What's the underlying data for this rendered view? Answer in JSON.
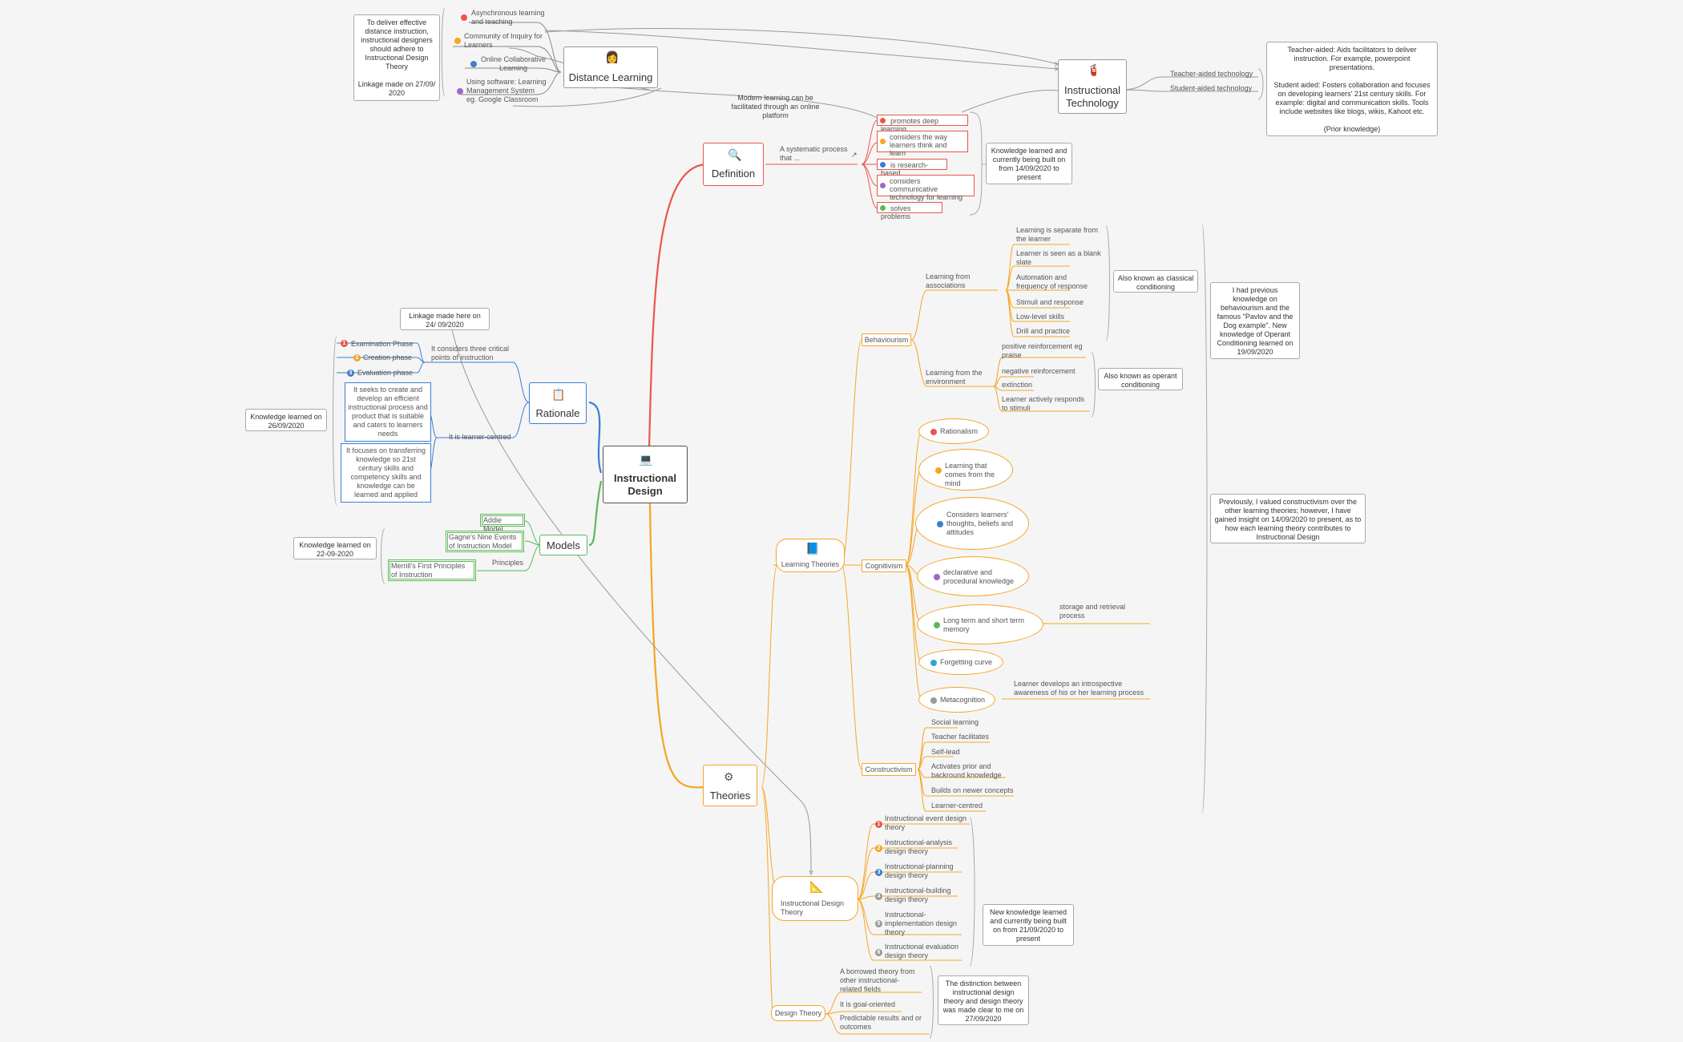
{
  "center": {
    "title": "Instructional Design"
  },
  "distance_learning": {
    "title": "Distance Learning",
    "items": [
      "Asynchronous learning and teaching",
      "Community of Inquiry for Learners",
      "Online Collaborative Learning",
      "Using software: Learning Management System eg. Google Classroom"
    ],
    "note": "To deliver effective distance instruction, instructional designers should adhere to Instructional Design Theory\n\nLinkage made on 27/09/ 2020",
    "link_note": "Modern learning can be facilitated through an online platform"
  },
  "instructional_technology": {
    "title": "Instructional Technology",
    "items": [
      "Teacher-aided technology",
      "Student-aided technology"
    ],
    "note": "Teacher-aided: Aids facilitators to deliver instruction. For example, powerpoint presentations.\n\nStudent aided: Fosters collaboration and focuses on developing learners' 21st century skills. For example: digital and communication skills. Tools include websites like blogs, wikis, Kahoot etc.\n\n(Prior knowledge)"
  },
  "definition": {
    "title": "Definition",
    "subtitle": "A systematic process that ...",
    "items": [
      "promotes deep learning",
      "considers the way learners think and learn",
      "is research-based",
      "considers communicative technology for learning",
      "solves problems"
    ],
    "note": "Knowledge learned and currently being built on from 14/09/2020 to present"
  },
  "rationale": {
    "title": "Rationale",
    "linkage": "Linkage made here on 24/ 09/2020",
    "branch1": "It considers three critical points of instruction",
    "phases": [
      "Examination Phase",
      "Creation phase",
      "Evaluation phase"
    ],
    "branch2": "It is learner-centred",
    "learner_items": [
      "It seeks to create and develop an efficient instructional process and product that is suitable and caters to learners needs",
      "It focuses on transferring knowledge so 21st century skills and competency skills and knowledge can be learned and applied"
    ],
    "note": "Knowledge learned on 26/09/2020"
  },
  "models": {
    "title": "Models",
    "items": [
      "Addie Model",
      "Gagne's Nine Events of Instruction Model",
      "Merrill's First Principles of Instruction"
    ],
    "principles_label": "Principles",
    "note": "Knowledge learned on 22-09-2020"
  },
  "theories": {
    "title": "Theories",
    "learning_theories": {
      "title": "Learning Theories",
      "behaviourism": {
        "title": "Behaviourism",
        "associations": {
          "label": "Learning from associations",
          "items": [
            "Learning is separate from the learner",
            "Learner is seen as a blank slate",
            "Automation and frequency of response",
            "Stimuli and response",
            "Low-level skills",
            "Drill and practice"
          ],
          "aka": "Also known as classical conditioning"
        },
        "environment": {
          "label": "Learning from the environment",
          "items": [
            "positive reinforcement eg praise",
            "negative reinforcement",
            "extinction",
            "Learner actively responds to stimuli"
          ],
          "aka": "Also known as operant conditioning"
        },
        "note": "I had previous knowledge on behaviourism and the famous \"Pavlov and the Dog example\". New knowledge of Operant Conditioning learned on 19/09/2020"
      },
      "cognitivism": {
        "title": "Cognitivism",
        "items": [
          "Rationalism",
          "Learning that comes from the mind",
          "Considers learners' thoughts, beliefs and attitudes",
          "declarative and procedural knowledge",
          "Long term and short term memory",
          "Forgetting curve",
          "Metacognition"
        ],
        "memory_note": "storage and retrieval process",
        "metacognition_note": "Learner develops an introspective awareness of his or her learning process"
      },
      "constructivism": {
        "title": "Constructivism",
        "items": [
          "Social learning",
          "Teacher facilitates",
          "Self-lead",
          "Activates prior and backround knowledge",
          "Builds on newer concepts",
          "Learner-centred"
        ]
      },
      "note": "Previously, I valued constructivism over the other learning theories; however, I have gained insight on 14/09/2020 to present, as to how each learning theory contributes to Instructional Design"
    },
    "instructional_design_theory": {
      "title": "Instructional Design Theory",
      "items": [
        "Instructional event design theory",
        "Instructional-analysis design theory",
        "Instructional-planning design theory",
        "Instructional-building design theory",
        "Instructional-implementation design theory",
        "Instructional evaluation design theory"
      ],
      "note": "New knowledge learned and currently being built on from 21/09/2020 to present"
    },
    "design_theory": {
      "title": "Design Theory",
      "items": [
        "A borrowed theory from other instructional-related fields",
        "It is goal-oriented",
        "Predictable results and or outcomes"
      ],
      "note": "The distinction between instructional design theory and design theory was made clear to me on 27/09/2020"
    },
    "colors": {
      "red": "#e9574a",
      "blue": "#3c7fd0",
      "green": "#5cb85c",
      "orange": "#f5a623",
      "purple": "#a066c8",
      "teal": "#2aa9c9",
      "grey": "#999999"
    }
  }
}
